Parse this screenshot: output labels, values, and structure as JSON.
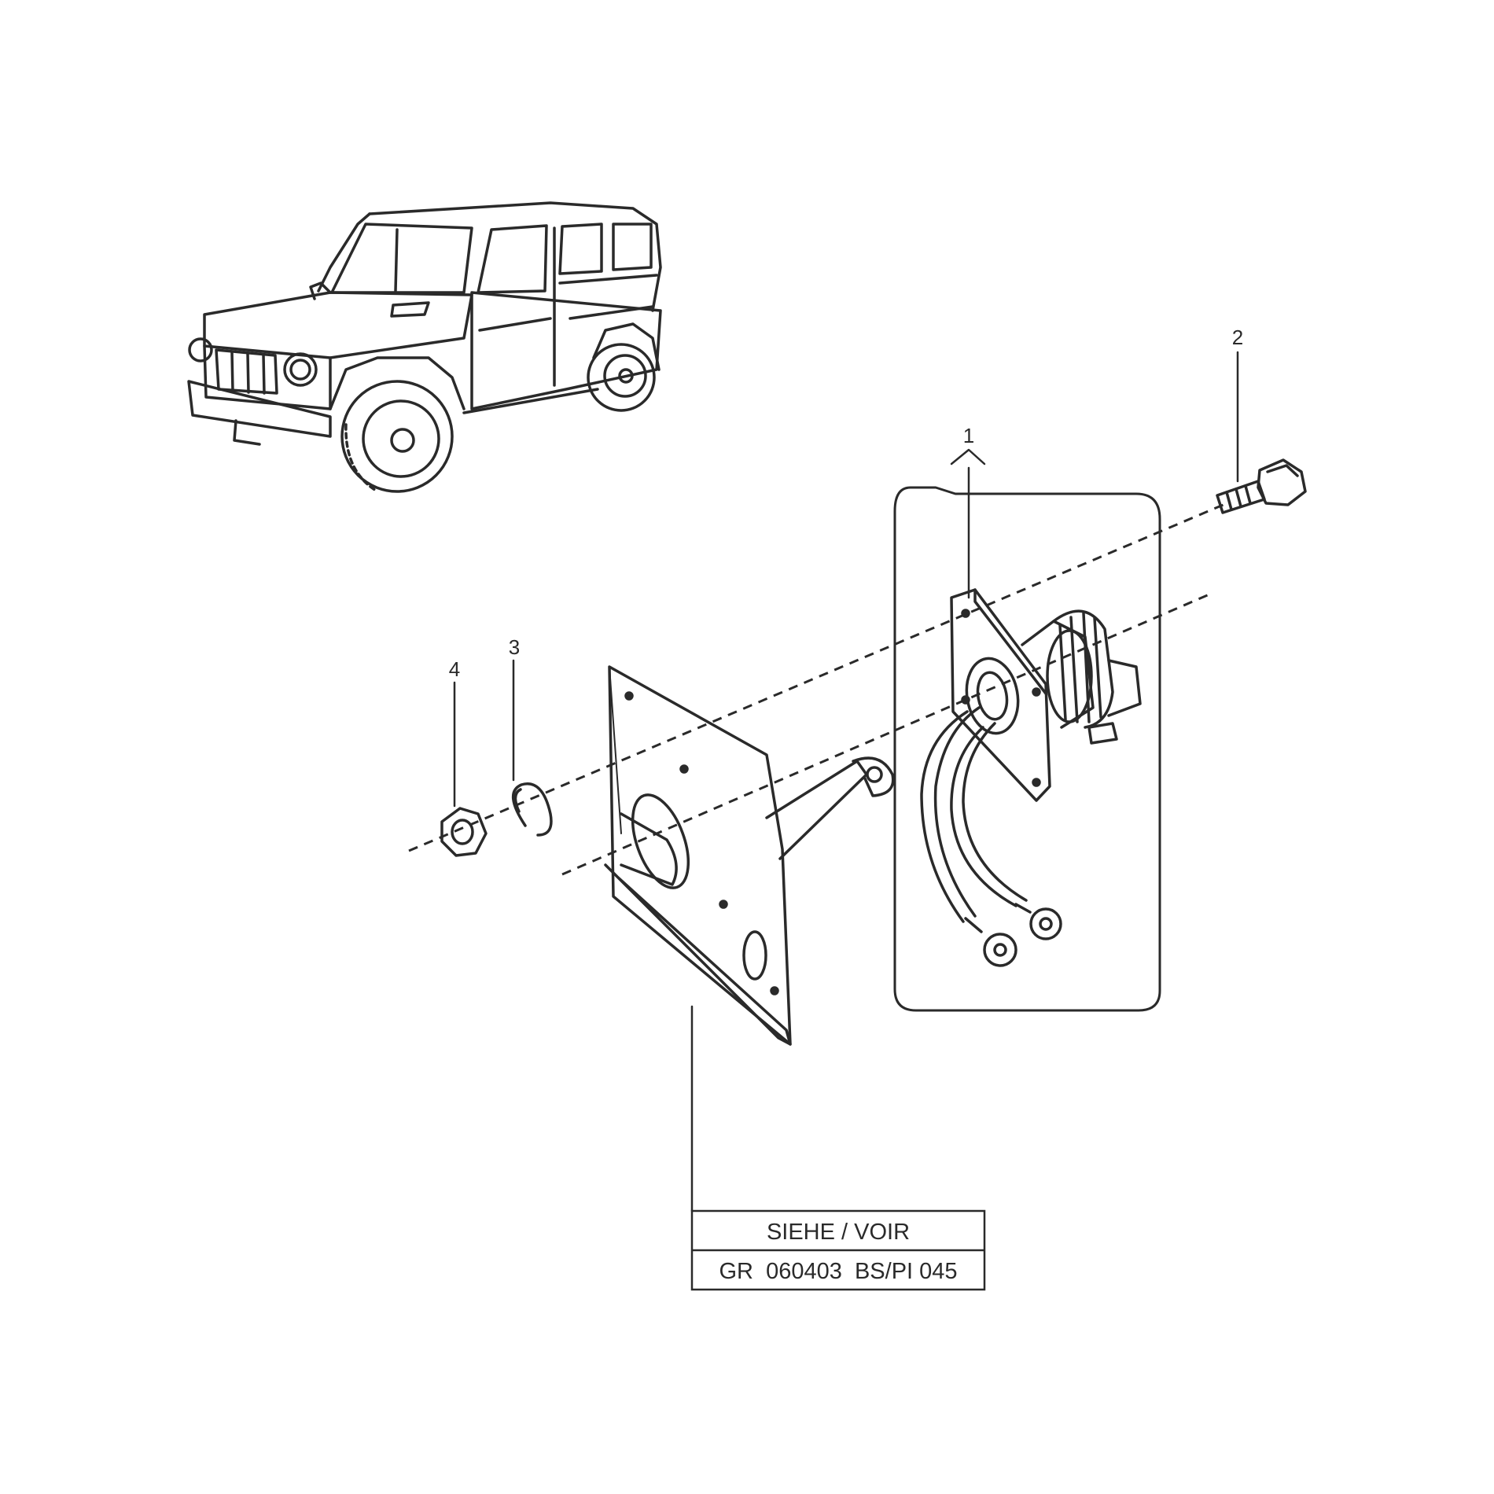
{
  "callouts": {
    "part_1": "1",
    "part_2": "2",
    "part_3": "3",
    "part_4": "4"
  },
  "reference_box": {
    "line_1": "SIEHE / VOIR",
    "line_2": "GR  060403  BS/PI 045"
  },
  "colors": {
    "ink": "#2a2a2a",
    "background": "#ffffff"
  }
}
